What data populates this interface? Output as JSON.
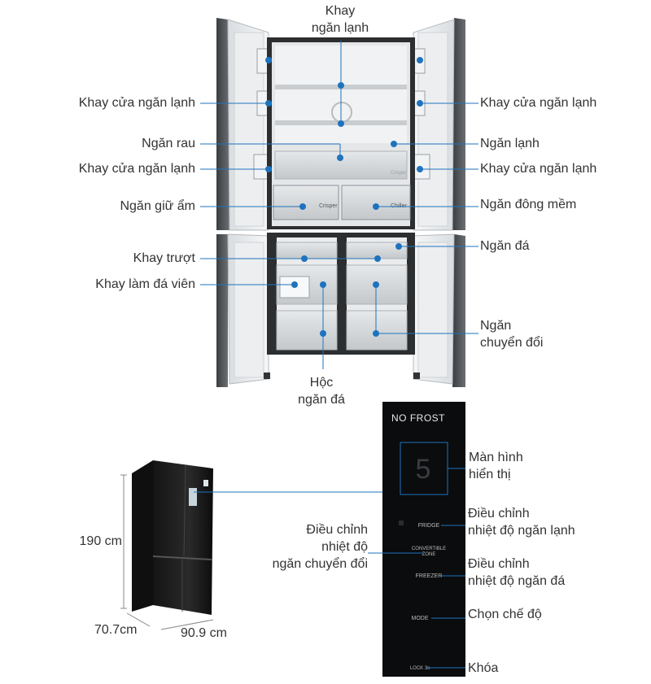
{
  "colors": {
    "accent": "#1e73be",
    "text": "#333333"
  },
  "fridge_labels": {
    "top_tray": [
      "Khay",
      "ngăn lạnh"
    ],
    "left_door_tray_1": "Khay cửa ngăn lạnh",
    "vegetable": "Ngăn rau",
    "left_door_tray_2": "Khay cửa ngăn lạnh",
    "humidity": "Ngăn giữ ẩm",
    "sliding_tray": "Khay trượt",
    "ice_tray": "Khay làm đá viên",
    "ice_box": [
      "Hộc",
      "ngăn đá"
    ],
    "right_door_tray_1": "Khay cửa ngăn lạnh",
    "fridge": "Ngăn lạnh",
    "right_door_tray_2": "Khay cửa ngăn lạnh",
    "soft_freeze": "Ngăn đông mềm",
    "freezer": "Ngăn đá",
    "convertible": [
      "Ngăn",
      "chuyển đổi"
    ]
  },
  "fridge_print": {
    "crisper": "Crisper",
    "chiller": "Chiller"
  },
  "dimensions": {
    "height": "190 cm",
    "depth": "70.7cm",
    "width": "90.9 cm"
  },
  "panel": {
    "brand": "NO FROST",
    "display_digit": "5",
    "fridge_btn": "FRIDGE",
    "convertible_btn": [
      "CONVERTIBLE",
      "ZONE"
    ],
    "freezer_btn": "FREEZER",
    "mode_btn": "MODE",
    "lock_btn": "LOCK 3s"
  },
  "panel_labels": {
    "display": [
      "Màn hình",
      "hiển thị"
    ],
    "fridge_adjust": [
      "Điều chỉnh",
      "nhiệt độ ngăn lạnh"
    ],
    "convertible_adjust": [
      "Điều chỉnh",
      "nhiệt độ",
      "ngăn chuyển đổi"
    ],
    "freezer_adjust": [
      "Điều chỉnh",
      "nhiệt độ ngăn đá"
    ],
    "mode": "Chọn chế độ",
    "lock": "Khóa"
  }
}
